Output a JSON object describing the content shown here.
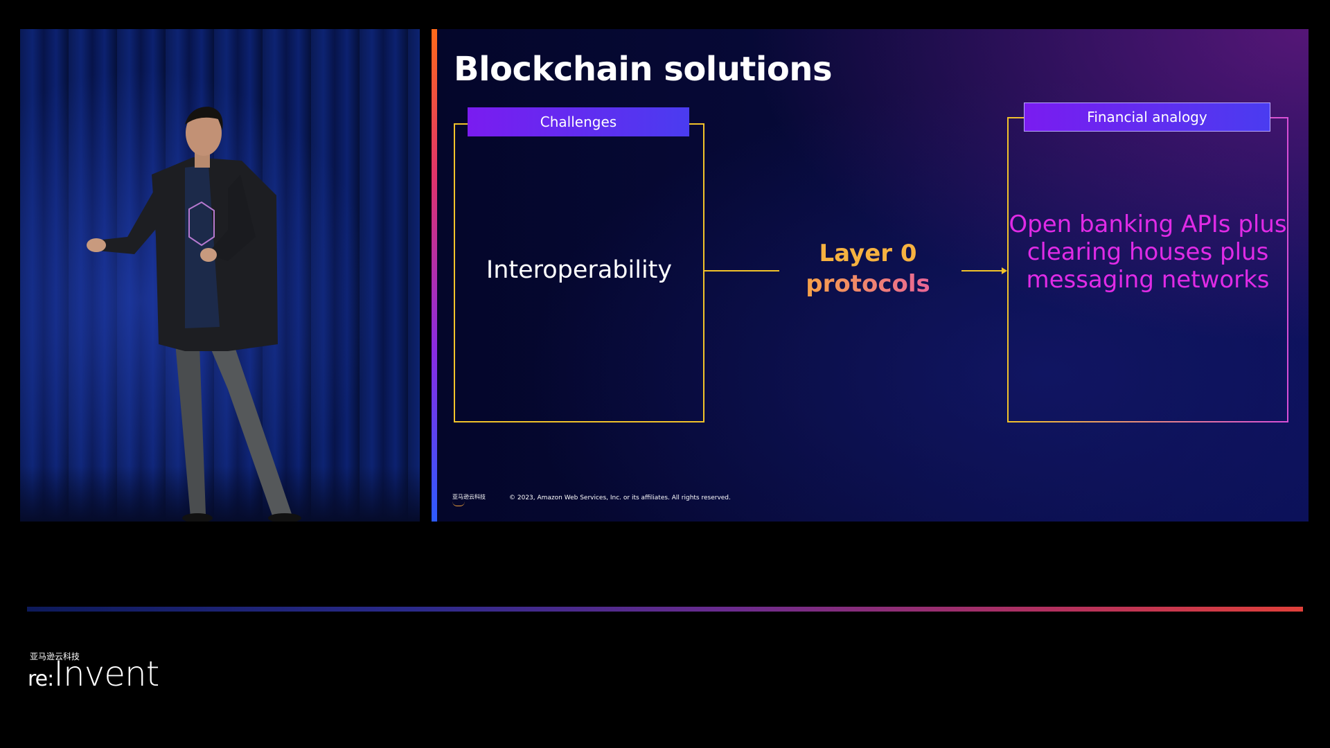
{
  "slide": {
    "title": "Blockchain solutions",
    "left_label": "Challenges",
    "left_text": "Interoperability",
    "middle_line1": "Layer 0",
    "middle_line2": "protocols",
    "right_label": "Financial analogy",
    "right_text": "Open banking APIs plus clearing houses plus messaging networks",
    "logo_text": "亚马逊云科技",
    "copyright": "© 2023, Amazon Web Services, Inc. or its affiliates. All rights reserved."
  },
  "footer": {
    "brand_cn": "亚马逊云科技",
    "brand_prefix": "re:",
    "brand_name": "Invent"
  },
  "colors": {
    "accent_yellow": "#f2c32a",
    "magenta": "#e02be6",
    "label_purple": "#7a1cf0",
    "background": "#000000"
  },
  "icons": [
    "amazon-smile-icon"
  ]
}
